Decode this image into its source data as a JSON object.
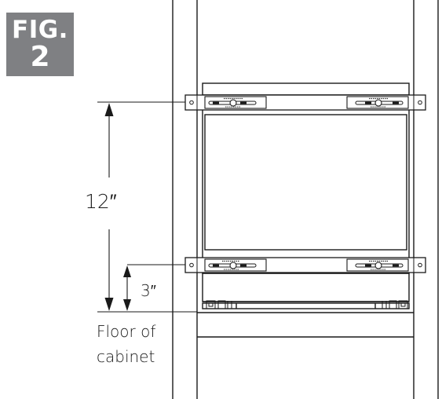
{
  "figure": {
    "label": "FIG.",
    "number": "2"
  },
  "dimensions": {
    "upper_spacing": "12″",
    "lower_spacing": "3″"
  },
  "floor_label": {
    "line1": "Floor of",
    "line2": "cabinet"
  },
  "colors": {
    "badge": "#7f8083",
    "lines": "#1a1a1a"
  }
}
